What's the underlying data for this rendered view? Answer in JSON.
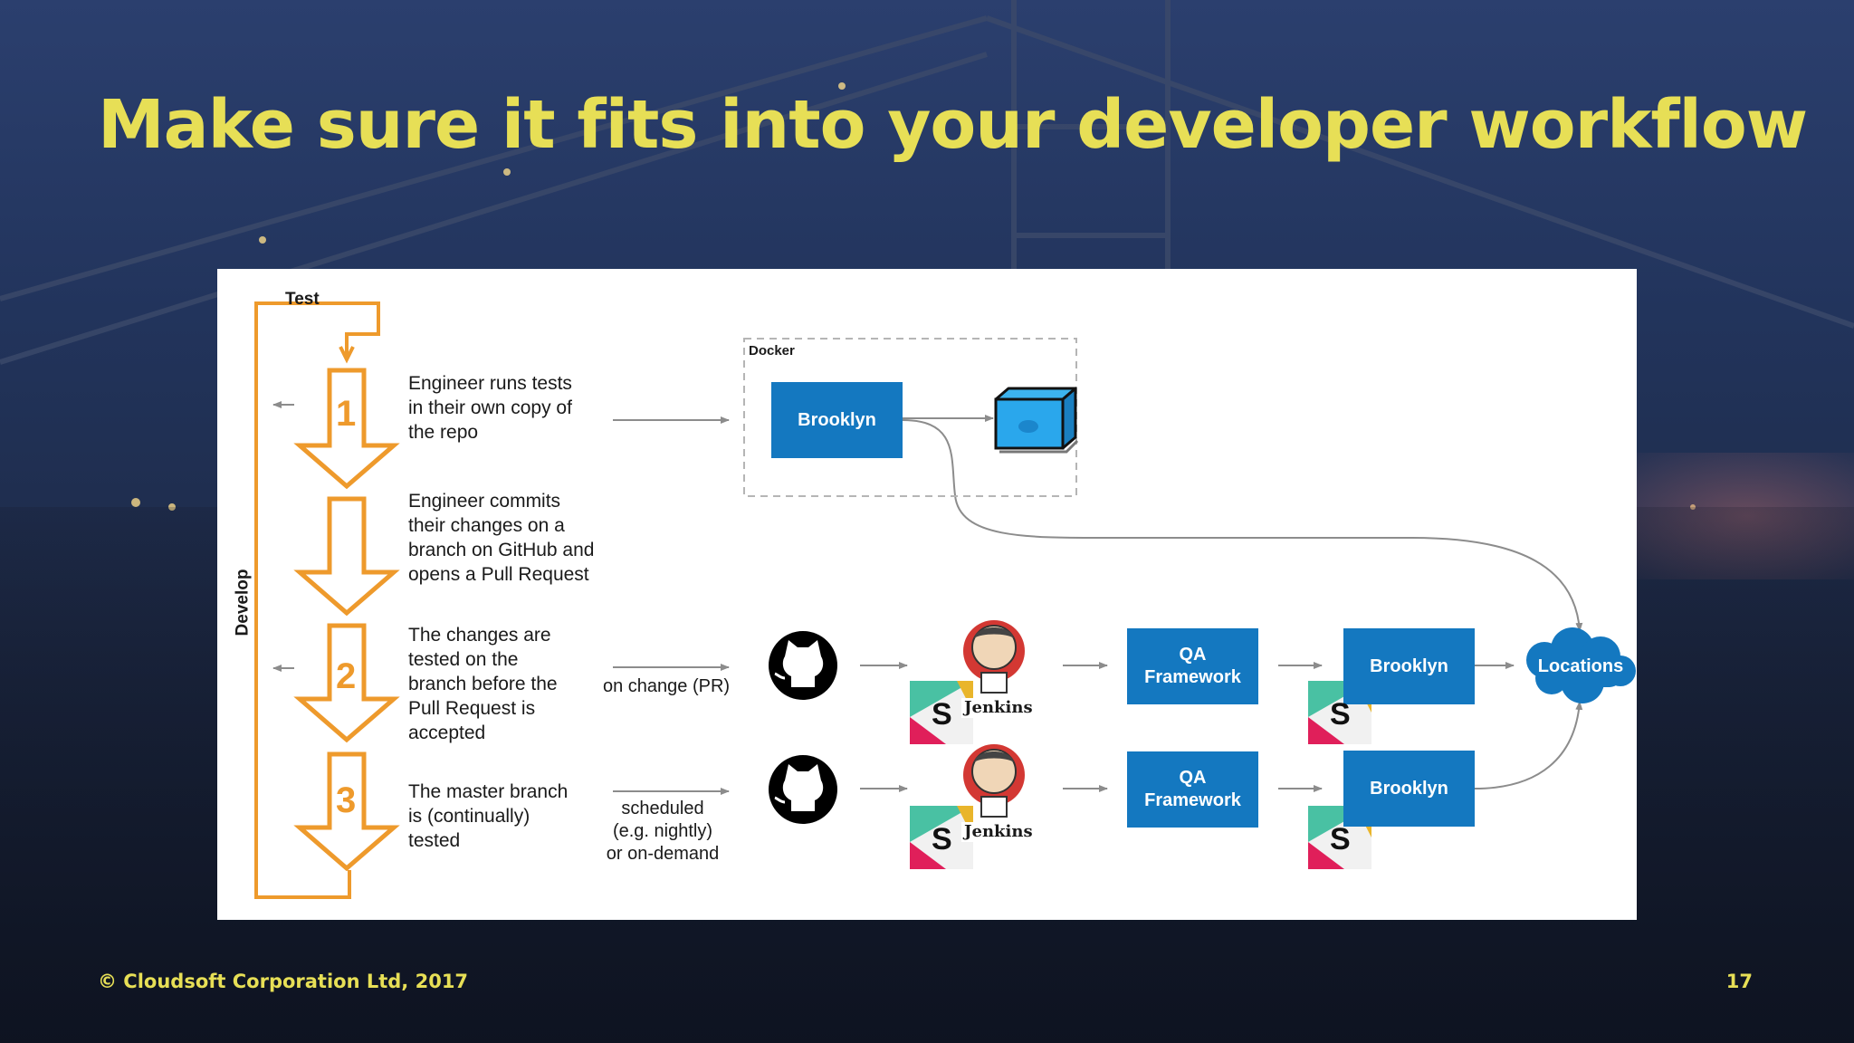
{
  "slide": {
    "title": "Make sure it fits into your developer workflow",
    "footer_left": "© Cloudsoft Corporation Ltd, 2017",
    "page_number": "17"
  },
  "diagram": {
    "loop_top_label": "Test",
    "loop_side_label": "Develop",
    "docker_label": "Docker",
    "steps": [
      {
        "number": "1",
        "text": "Engineer runs tests\nin their own copy of\nthe repo"
      },
      {
        "number": "",
        "text": "Engineer commits\ntheir changes on a\nbranch on GitHub and\nopens a Pull Request"
      },
      {
        "number": "2",
        "text": "The changes are\ntested on the\nbranch before the\nPull Request is\naccepted"
      },
      {
        "number": "3",
        "text": "The master branch\nis (continually)\ntested"
      }
    ],
    "trigger_pr": "on change (PR)",
    "trigger_scheduled": "scheduled\n(e.g. nightly)\nor on-demand",
    "brooklyn_label": "Brooklyn",
    "qa_label": "QA\nFramework",
    "jenkins_label": "Jenkins",
    "slack_letter": "S",
    "locations_label": "Locations"
  },
  "colors": {
    "title_yellow": "#e7df56",
    "arrow_orange": "#ee9a2c",
    "box_blue": "#1478c0",
    "arrow_gray": "#8c8c8c"
  },
  "icons": [
    "github-icon",
    "jenkins-icon",
    "slack-icon",
    "docker-container-icon",
    "cloud-icon"
  ]
}
